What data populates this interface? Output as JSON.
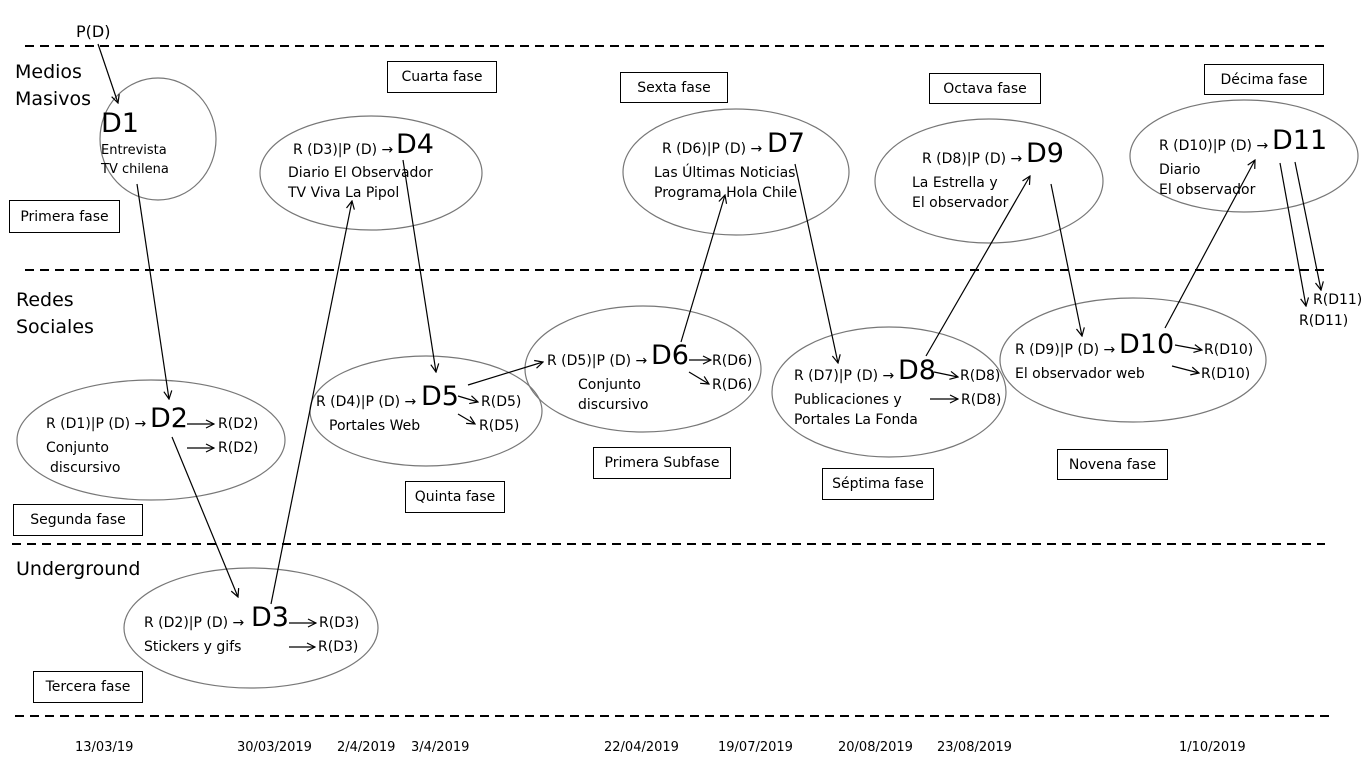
{
  "top_label": "P(D)",
  "lanes": {
    "medios_l1": "Medios",
    "medios_l2": "Masivos",
    "redes_l1": "Redes",
    "redes_l2": "Sociales",
    "underground": "Underground"
  },
  "phases": {
    "p1": "Primera fase",
    "p2": "Segunda fase",
    "p3": "Tercera fase",
    "p4": "Cuarta fase",
    "p5": "Quinta fase",
    "sub": "Primera Subfase",
    "p6": "Sexta fase",
    "p7": "Séptima fase",
    "p8": "Octava fase",
    "p9": "Novena fase",
    "p10": "Décima fase"
  },
  "nodes": {
    "d1": {
      "label": "D1",
      "l1": "Entrevista",
      "l2": "TV chilena"
    },
    "d2": {
      "formula": "R (D1)|P (D) →",
      "label": "D2",
      "l1": "Conjunto",
      "l2": "discursivo",
      "out1": "R(D2)",
      "out2": "R(D2)"
    },
    "d3": {
      "formula": "R (D2)|P (D) →",
      "label": "D3",
      "l1": "Stickers y gifs",
      "out1": "R(D3)",
      "out2": "R(D3)"
    },
    "d4": {
      "formula": "R (D3)|P (D) →",
      "label": "D4",
      "l1": "Diario El Observador",
      "l2": "TV Viva La Pipol"
    },
    "d5": {
      "formula": "R (D4)|P (D) →",
      "label": "D5",
      "l1": "Portales Web",
      "out1": "R(D5)",
      "out2": "R(D5)"
    },
    "d6": {
      "formula": "R (D5)|P (D) →",
      "label": "D6",
      "l1": "Conjunto",
      "l2": "discursivo",
      "out1": "R(D6)",
      "out2": "R(D6)"
    },
    "d7": {
      "formula": "R (D6)|P (D) →",
      "label": "D7",
      "l1": "Las Últimas Noticias",
      "l2": "Programa Hola Chile"
    },
    "d8": {
      "formula": "R (D7)|P (D) →",
      "label": "D8",
      "l1": "Publicaciones y",
      "l2": "Portales La Fonda",
      "out1": "R(D8)",
      "out2": "R(D8)"
    },
    "d9": {
      "formula": "R (D8)|P (D) →",
      "label": "D9",
      "l1": "La Estrella y",
      "l2": "El observador"
    },
    "d10": {
      "formula": "R (D9)|P (D) →",
      "label": "D10",
      "l1": "El observador web",
      "out1": "R(D10)",
      "out2": "R(D10)"
    },
    "d11": {
      "formula": "R (D10)|P (D) →",
      "label": "D11",
      "l1": "Diario",
      "l2": "El observador",
      "out1": "R(D11)",
      "out2": "R(D11)"
    }
  },
  "dates": [
    "13/03/19",
    "30/03/2019",
    "2/4/2019",
    "3/4/2019",
    "22/04/2019",
    "19/07/2019",
    "20/08/2019",
    "23/08/2019",
    "1/10/2019"
  ]
}
